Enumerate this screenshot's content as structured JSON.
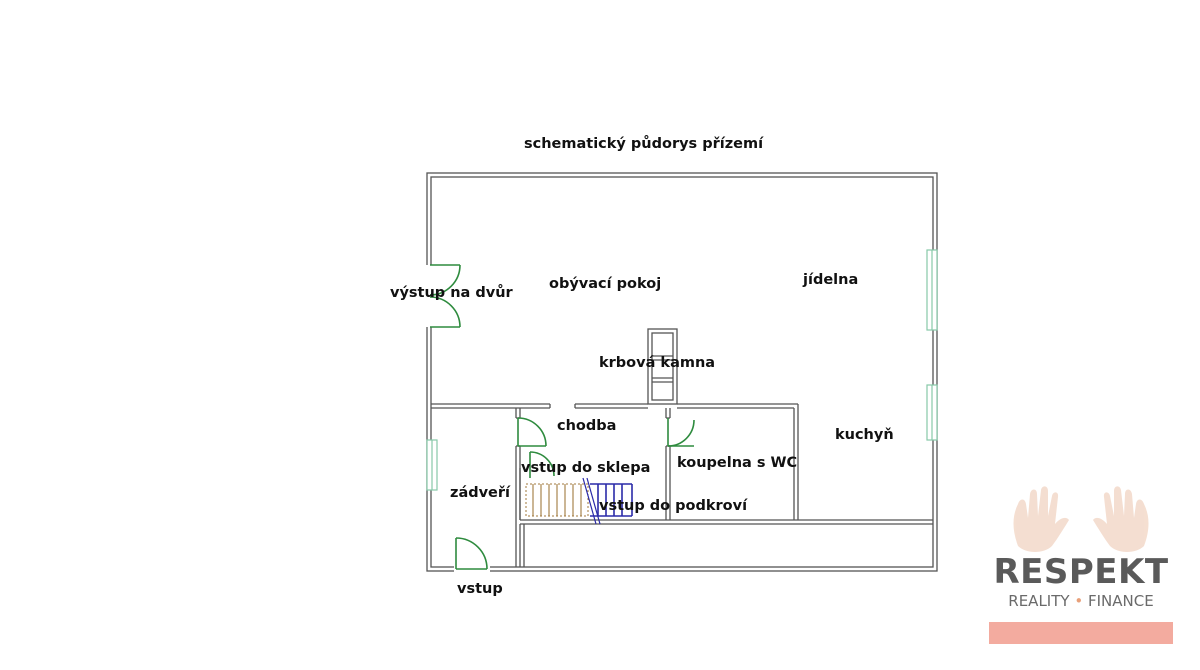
{
  "title": "schematický půdorys přízemí",
  "rooms": {
    "vystup_na_dvur": "výstup na dvůr",
    "obyvaci_pokoj": "obývací pokoj",
    "jidelna": "jídelna",
    "krbova_kamna": "krbová kamna",
    "chodba": "chodba",
    "kuchyn": "kuchyň",
    "vstup_do_sklepa": "vstup do sklepa",
    "koupelna": "koupelna s WC",
    "zadveri": "zádveří",
    "vstup_do_podkrovi": "vstup do podkroví",
    "vstup": "vstup"
  },
  "logo": {
    "word": "RESPEKT",
    "tagline_left": "REALITY",
    "tagline_dot": "•",
    "tagline_right": "FINANCE"
  },
  "colors": {
    "wall": "#555555",
    "door": "#2e8b3e",
    "window": "#87c9a8",
    "stair_down": "#a07a3e",
    "stair_up": "#2a2aa8",
    "logo_text": "#5a5a5a",
    "logo_bar": "#f2a295"
  }
}
